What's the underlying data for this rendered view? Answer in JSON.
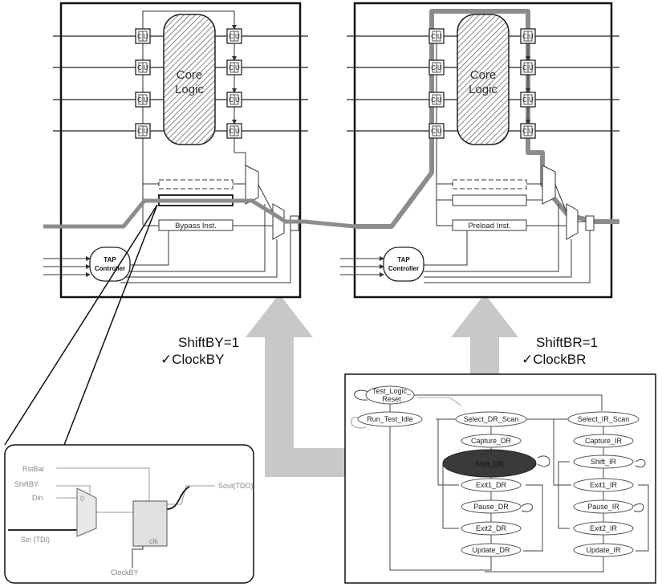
{
  "left_chip": {
    "core_line1": "Core",
    "core_line2": "Logic",
    "cell_label": "C|U",
    "inst_label": "Bypass Inst.",
    "tap_line1": "TAP",
    "tap_line2": "Controller"
  },
  "right_chip": {
    "core_line1": "Core",
    "core_line2": "Logic",
    "cell_label": "C|U",
    "inst_label": "Preload Inst.",
    "tap_line1": "TAP",
    "tap_line2": "Controller"
  },
  "annotations": {
    "left_shift": "ShiftBY=1",
    "left_clock": "✓ClockBY",
    "right_shift": "ShiftBR=1",
    "right_clock": "✓ClockBR"
  },
  "zoom": {
    "rstbar": "RstBar",
    "shiftby": "ShiftBY",
    "din": "Din",
    "sin": "Sin (TDI)",
    "sout": "Sout(TDO)",
    "clockby": "ClockBY",
    "mux_zero": "0",
    "ff_clk": "clk"
  },
  "fsm": {
    "states": {
      "test_logic_reset_1": "Test_Logic_",
      "test_logic_reset_2": "Reset",
      "run_test_idle": "Run_Test_Idle",
      "select_dr_scan": "Select_DR_Scan",
      "select_ir_scan": "Select_IR_Scan",
      "capture_dr": "Capture_DR",
      "shift_dr": "Shift_DR",
      "exit1_dr": "Exit1_DR",
      "pause_dr": "Pause_DR",
      "exit2_dr": "Exit2_DR",
      "update_dr": "Update_DR",
      "capture_ir": "Capture_IR",
      "shift_ir": "Shift_IR",
      "exit1_ir": "Exit1_IR",
      "pause_ir": "Pause_IR",
      "exit2_ir": "Exit2_IR",
      "update_ir": "Update_IR"
    }
  }
}
